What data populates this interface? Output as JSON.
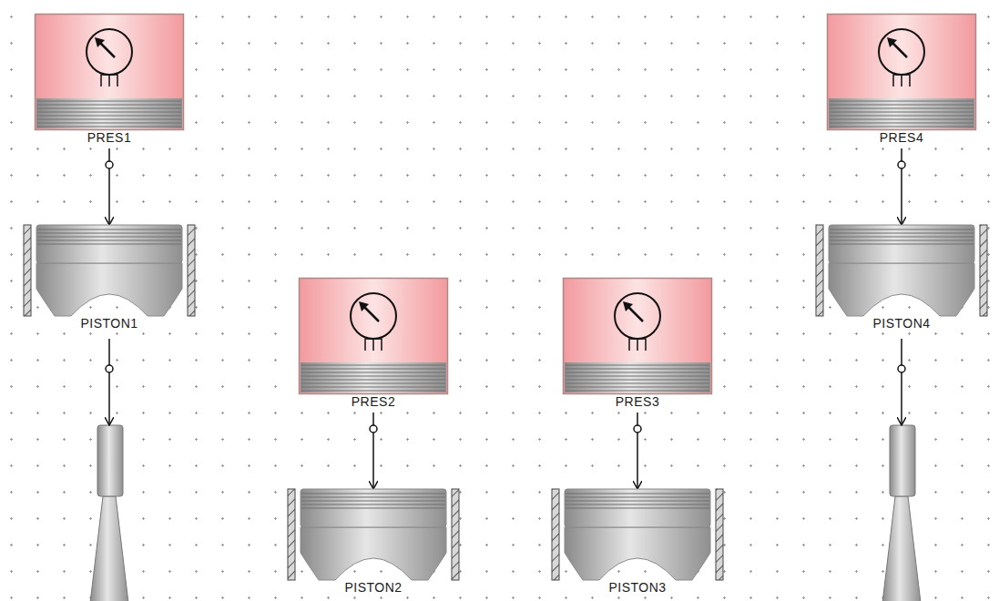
{
  "diagram": {
    "nodes": [
      {
        "text": [
          "PRES1"
        ]
      },
      {
        "text": [
          "PRES4"
        ]
      },
      {
        "text": [
          "PISTON1"
        ]
      },
      {
        "text": [
          "PISTON4"
        ]
      },
      {
        "text": [
          "PRES2"
        ]
      },
      {
        "text": [
          "PRES3"
        ]
      },
      {
        "text": [
          "PISTON2"
        ]
      },
      {
        "text": [
          "PISTON3"
        ]
      }
    ],
    "edges": [
      {
        "from": 0,
        "to": 2,
        "arrow": "to"
      },
      {
        "from": 1,
        "to": 3,
        "arrow": "to"
      },
      {
        "from": 4,
        "to": 6,
        "arrow": "to"
      },
      {
        "from": 5,
        "to": 7,
        "arrow": "to"
      }
    ]
  }
}
